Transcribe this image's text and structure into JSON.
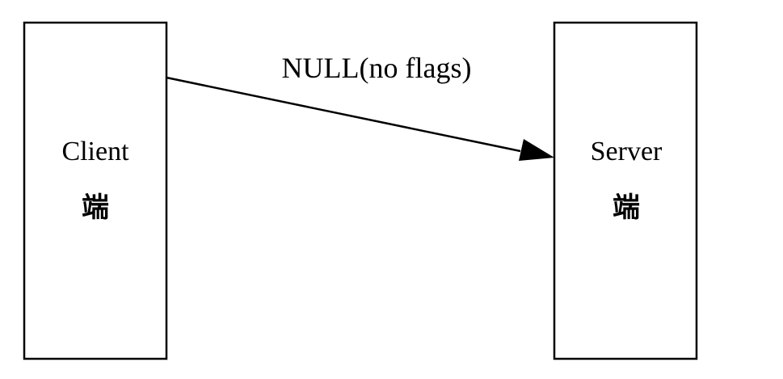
{
  "client": {
    "name": "Client",
    "subtitle": "端"
  },
  "server": {
    "name": "Server",
    "subtitle": "端"
  },
  "message": {
    "label": "NULL(no flags)",
    "direction": "client-to-server"
  },
  "colors": {
    "line": "#000000",
    "background": "#ffffff"
  }
}
